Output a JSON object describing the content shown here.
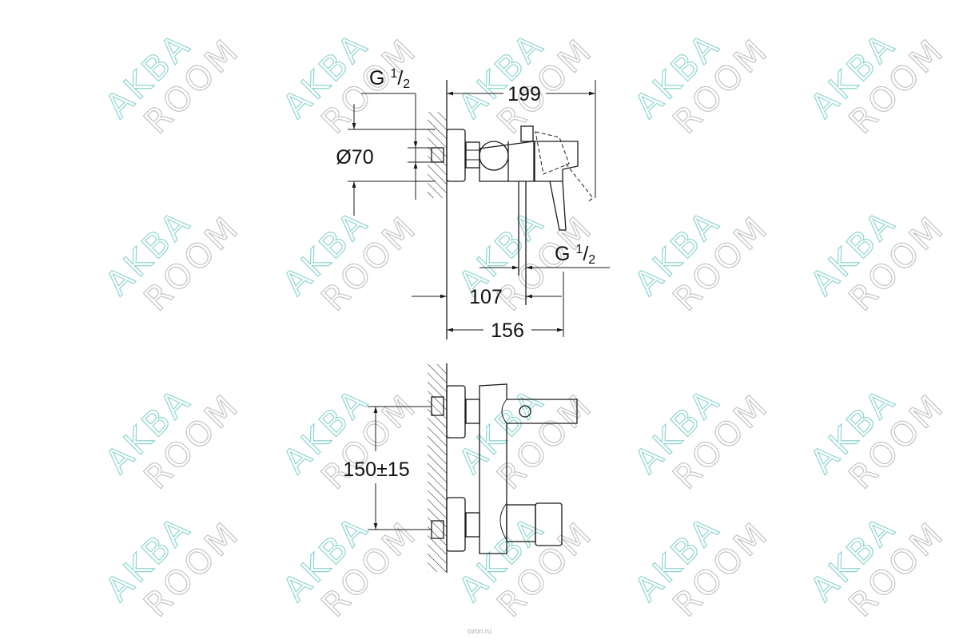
{
  "watermark": {
    "line1": "AKBA",
    "line2": "ROOM"
  },
  "top_view": {
    "dim_inlet": {
      "prefix": "G ",
      "num": "1",
      "slash": "/",
      "den": "2"
    },
    "dim_diameter": "Ø70",
    "dim_depth_total": "199",
    "dim_outlet": {
      "prefix": "G ",
      "num": "1",
      "slash": "/",
      "den": "2"
    },
    "dim_outlet_offset": "107",
    "dim_depth_body": "156"
  },
  "front_view": {
    "dim_spacing": "150±15"
  },
  "source_label": "ozon.ru"
}
